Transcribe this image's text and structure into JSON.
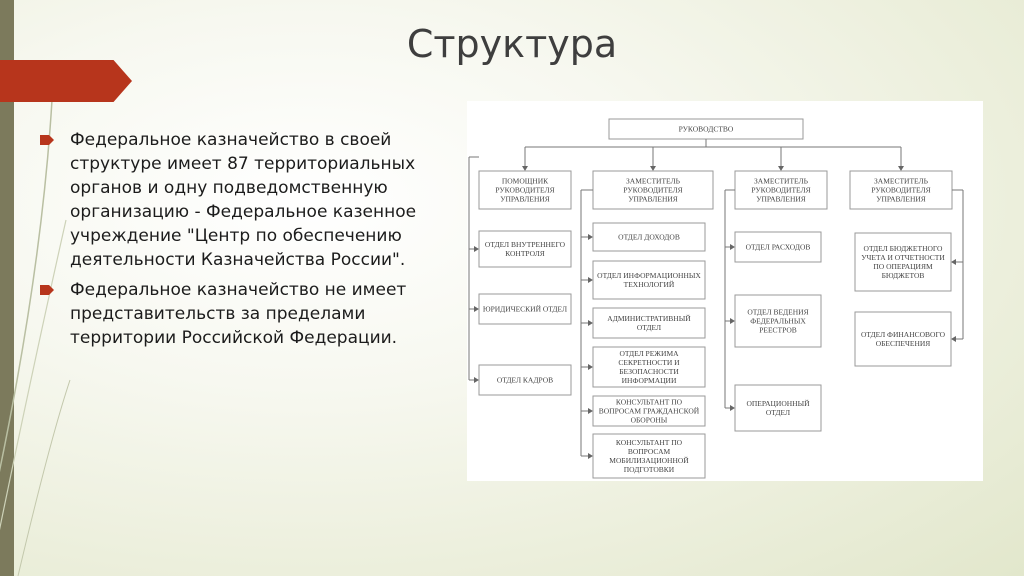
{
  "slide": {
    "title": "Структура",
    "bullets": [
      "Федеральное казначейство в своей структуре имеет 87 территориальных органов и одну подведомственную организацию - Федеральное казенное учреждение \"Центр по обеспечению деятельности Казначейства России\".",
      "Федеральное казначейство не имеет представительств за пределами территории Российской Федерации."
    ],
    "accent_color": "#b7351c",
    "bullet_icon": "red-arrow-bullet-icon"
  },
  "org_chart": {
    "root": "РУКОВОДСТВО",
    "heads": [
      "ПОМОЩНИК РУКОВОДИТЕЛЯ УПРАВЛЕНИЯ",
      "ЗАМЕСТИТЕЛЬ РУКОВОДИТЕЛЯ УПРАВЛЕНИЯ",
      "ЗАМЕСТИТЕЛЬ РУКОВОДИТЕЛЯ УПРАВЛЕНИЯ",
      "ЗАМЕСТИТЕЛЬ РУКОВОДИТЕЛЯ УПРАВЛЕНИЯ"
    ],
    "col1": [
      "ОТДЕЛ ВНУТРЕННЕГО КОНТРОЛЯ",
      "ЮРИДИЧЕСКИЙ ОТДЕЛ",
      "ОТДЕЛ КАДРОВ"
    ],
    "col2": [
      "ОТДЕЛ ДОХОДОВ",
      "ОТДЕЛ ИНФОРМАЦИОННЫХ ТЕХНОЛОГИЙ",
      "АДМИНИСТРАТИВНЫЙ ОТДЕЛ",
      "ОТДЕЛ РЕЖИМА СЕКРЕТНОСТИ И БЕЗОПАСНОСТИ ИНФОРМАЦИИ",
      "КОНСУЛЬТАНТ ПО ВОПРОСАМ ГРАЖДАНСКОЙ ОБОРОНЫ",
      "КОНСУЛЬТАНТ ПО ВОПРОСАМ МОБИЛИЗАЦИОННОЙ ПОДГОТОВКИ"
    ],
    "col3": [
      "ОТДЕЛ РАСХОДОВ",
      "ОТДЕЛ ВЕДЕНИЯ ФЕДЕРАЛЬНЫХ РЕЕСТРОВ",
      "ОПЕРАЦИОННЫЙ ОТДЕЛ"
    ],
    "col4": [
      "ОТДЕЛ БЮДЖЕТНОГО УЧЕТА И ОТЧЕТНОСТИ ПО ОПЕРАЦИЯМ БЮДЖЕТОВ",
      "ОТДЕЛ ФИНАНСОВОГО ОБЕСПЕЧЕНИЯ"
    ]
  }
}
